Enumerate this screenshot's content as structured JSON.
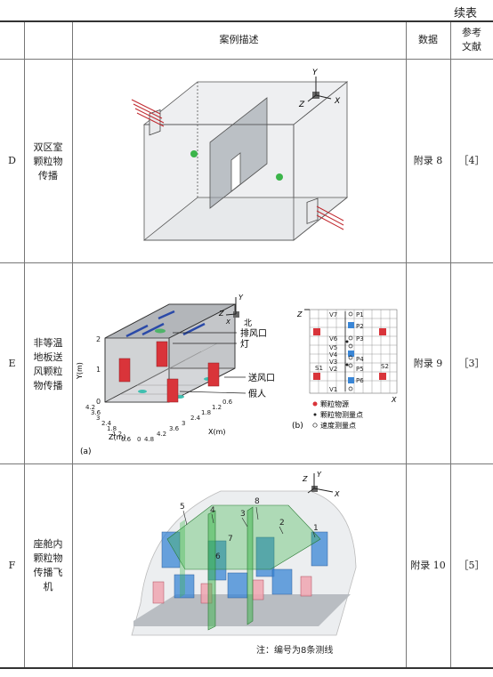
{
  "continued": "续表",
  "header": {
    "desc": "案例描述",
    "data": "数据",
    "ref_line1": "参考",
    "ref_line2": "文献"
  },
  "rows": [
    {
      "id": "D",
      "name_lines": [
        "双区室",
        "颗粒物",
        "传播"
      ],
      "data": "附录 8",
      "ref": "［4］"
    },
    {
      "id": "E",
      "name_lines": [
        "非等温",
        "地板送",
        "风颗粒",
        "物传播"
      ],
      "data": "附录 9",
      "ref": "［3］"
    },
    {
      "id": "F",
      "name_lines": [
        "座舱内",
        "颗粒物",
        "传播飞",
        "机"
      ],
      "data": "附录 10",
      "ref": "［5］"
    }
  ],
  "figD": {
    "axis_x": "X",
    "axis_y": "Y",
    "axis_z": "Z"
  },
  "figE": {
    "panel_a": "(a)",
    "panel_b": "(b)",
    "axis_x": "X",
    "axis_y": "Y",
    "axis_z": "Z",
    "ylabel": "Y(m)",
    "zlabel": "Z(m)",
    "xlabel": "X(m)",
    "north": "北",
    "exhaust": "排风口",
    "lamp": "灯",
    "supply": "送风口",
    "dummy": "假人",
    "y_ticks": [
      "0",
      "1",
      "2"
    ],
    "z_ticks": [
      "4.2",
      "3.6",
      "3",
      "2.4",
      "1.8",
      "1.2",
      "0.6",
      "0"
    ],
    "x_ticks": [
      "4.8",
      "4.2",
      "3.6",
      "3",
      "2.4",
      "1.8",
      "1.2",
      "0.6"
    ],
    "b_z": "Z",
    "b_x": "X",
    "v_labels": [
      "V7",
      "V6",
      "V5",
      "V4",
      "V3",
      "V2",
      "V1"
    ],
    "p_labels": [
      "P1",
      "P2",
      "P3",
      "P4",
      "P5",
      "P6"
    ],
    "s1": "S1",
    "s2": "S2",
    "legend": [
      "颗粒物源",
      "颗粒物测量点",
      "速度测量点"
    ]
  },
  "figF": {
    "axis_x": "X",
    "axis_y": "Y",
    "axis_z": "Z",
    "line_nums": [
      "1",
      "2",
      "3",
      "4",
      "5",
      "6",
      "7",
      "8"
    ],
    "note": "注：编号为8条测线"
  },
  "colors": {
    "red": "#d9343a",
    "blue": "#3a86d6",
    "green": "#3bb54a",
    "teal": "#3fbfb0"
  }
}
